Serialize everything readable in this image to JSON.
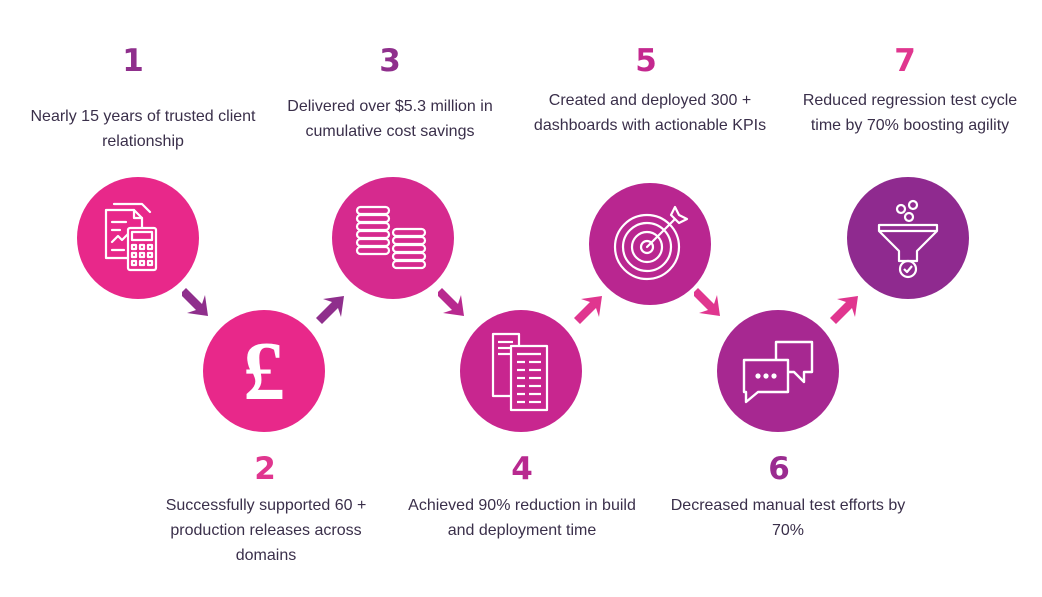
{
  "colors": {
    "pink": "#e8288a",
    "magenta": "#c62592",
    "purple": "#8f2a8f",
    "numPink": "#e0368f",
    "numPurple": "#8f2f8c"
  },
  "steps": [
    {
      "number": "1",
      "text": "Nearly 15 years of trusted client relationship",
      "icon": "calculator-documents-icon"
    },
    {
      "number": "2",
      "text": "Successfully supported 60 + production releases across domains",
      "icon": "pound-sign-icon"
    },
    {
      "number": "3",
      "text": "Delivered over $5.3 million in cumulative cost savings",
      "icon": "coins-icon"
    },
    {
      "number": "4",
      "text": "Achieved 90% reduction in build and deployment time",
      "icon": "documents-icon"
    },
    {
      "number": "5",
      "text": "Created and deployed 300 + dashboards with actionable KPIs",
      "icon": "target-icon"
    },
    {
      "number": "6",
      "text": "Decreased manual test efforts by 70%",
      "icon": "chat-bubbles-icon"
    },
    {
      "number": "7",
      "text": "Reduced regression test cycle time by 70% boosting agility",
      "icon": "funnel-icon"
    }
  ]
}
